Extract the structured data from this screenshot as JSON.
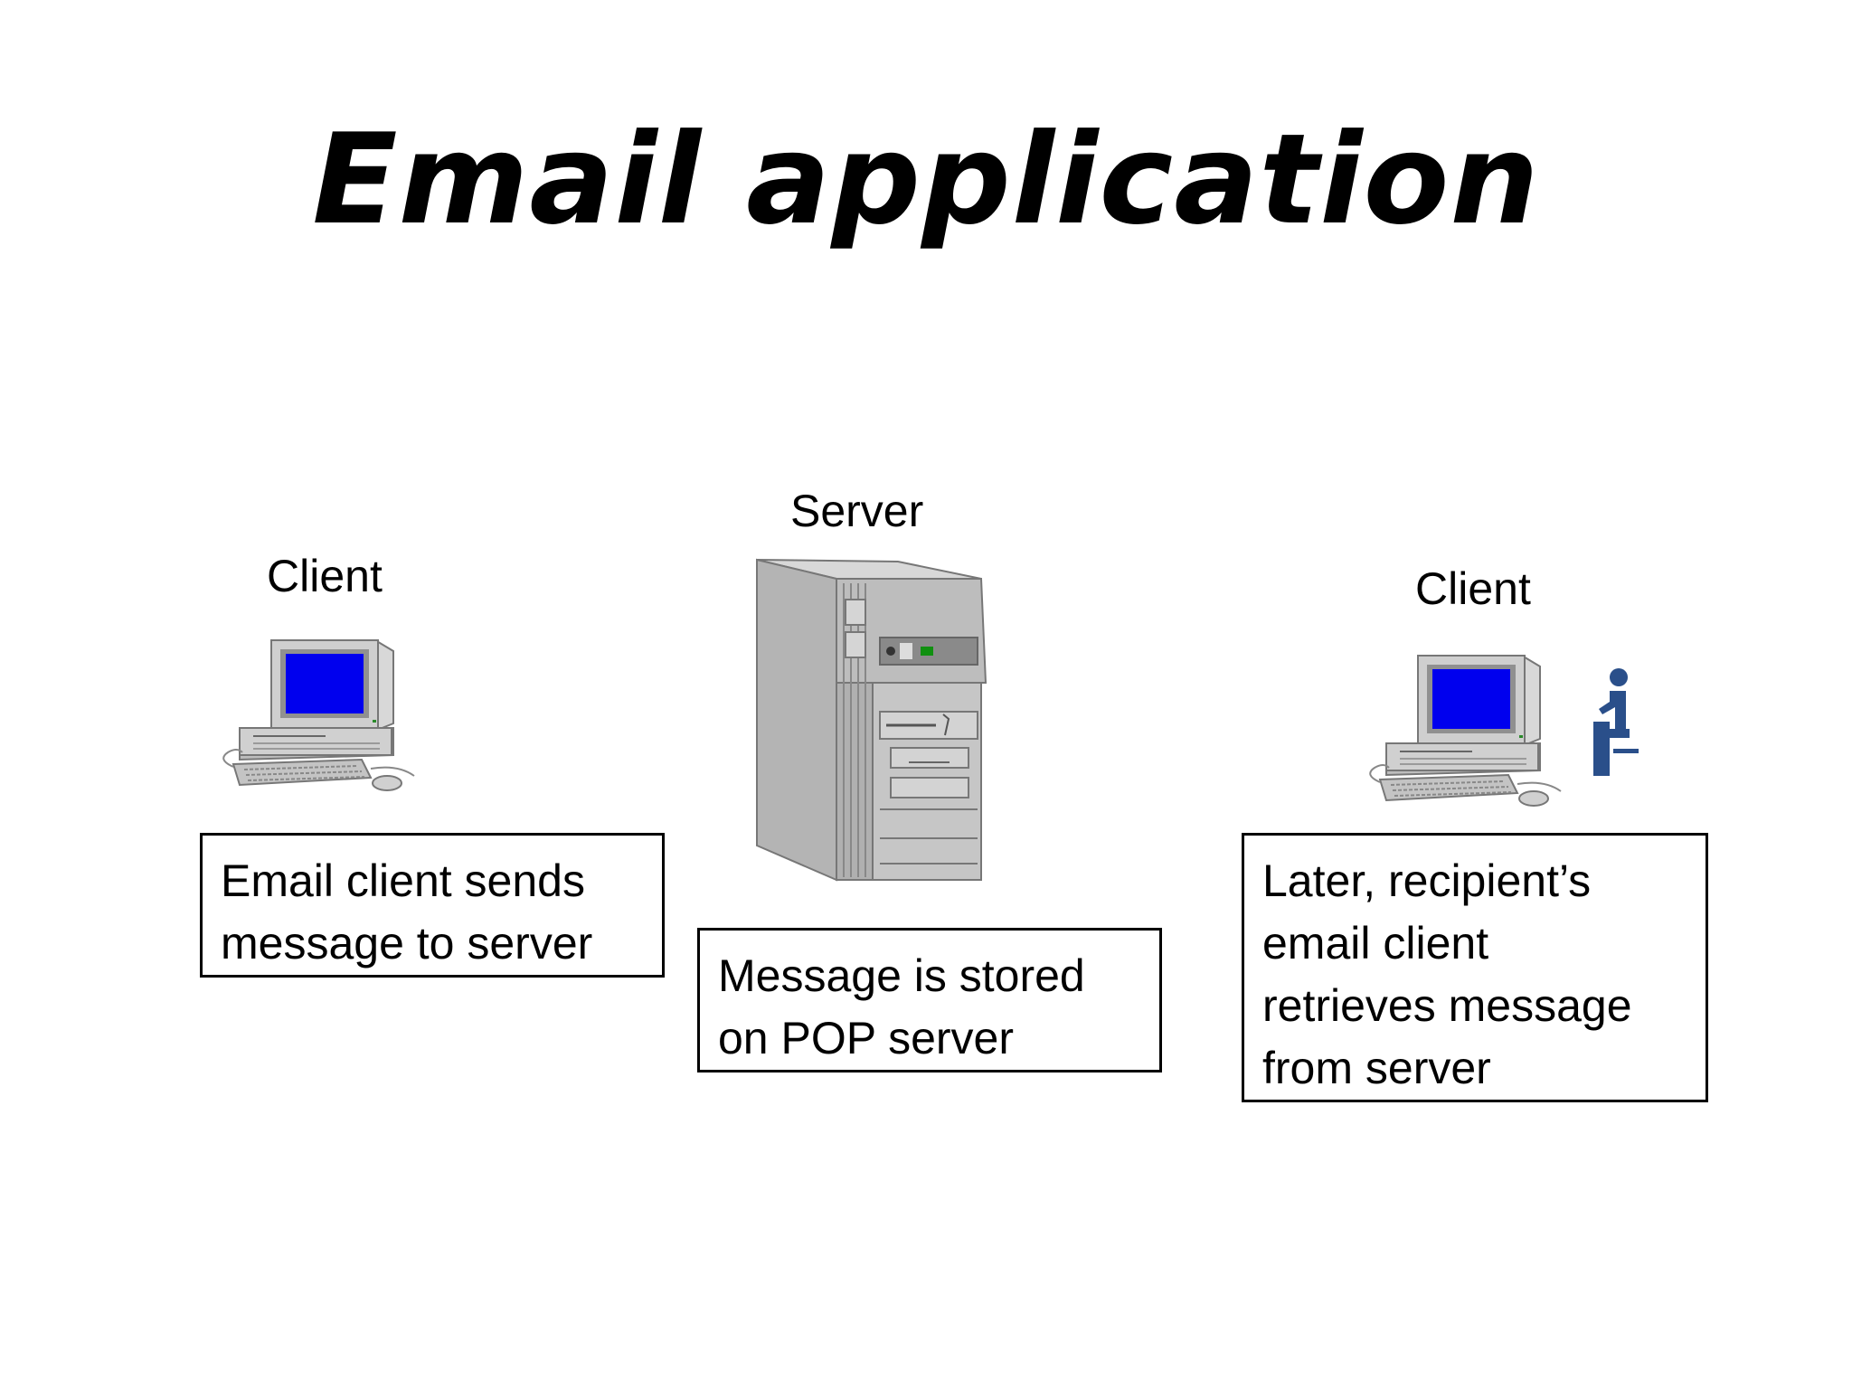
{
  "slide": {
    "title": "Email application"
  },
  "diagram": {
    "client_left": {
      "label": "Client",
      "caption_lines": [
        "Email client sends",
        "message to server"
      ]
    },
    "server": {
      "label": "Server",
      "caption_lines": [
        "Message is stored",
        "on POP server"
      ]
    },
    "client_right": {
      "label": "Client",
      "caption_lines": [
        "Later, recipient’s",
        "email client",
        "retrieves message",
        "from  server"
      ]
    }
  },
  "colors": {
    "screen": "#0000ee",
    "computer_body": "#c8c8c8",
    "server_body": "#b4b4b4",
    "person": "#2a4f8a",
    "indicator": "#109010"
  },
  "icons": [
    "desktop-computer-icon",
    "server-tower-icon",
    "seated-person-icon"
  ]
}
